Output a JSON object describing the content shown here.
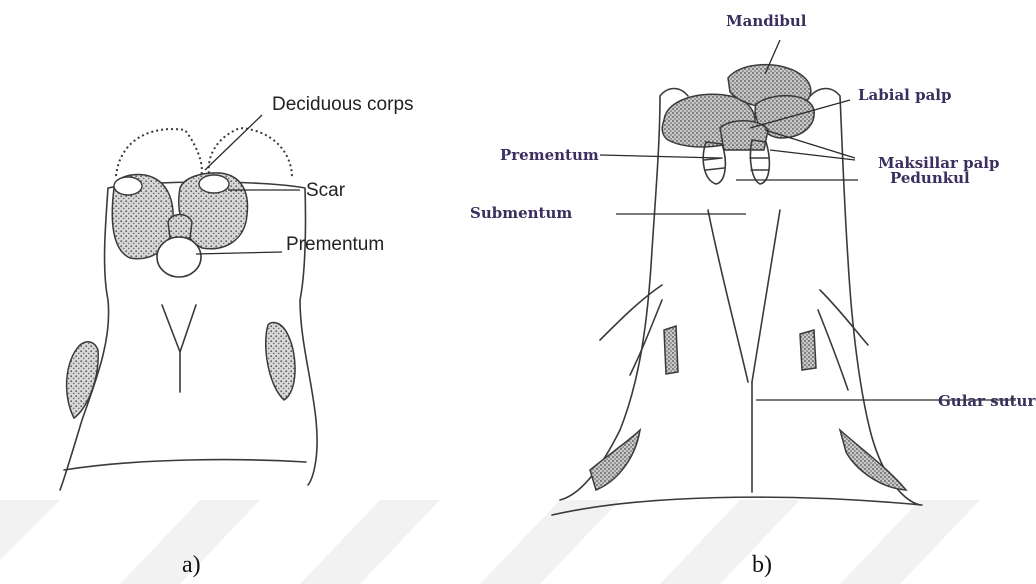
{
  "panel_a": {
    "caption": "a)",
    "labels": {
      "deciduous_corps": "Deciduous corps",
      "scar": "Scar",
      "prementum": "Prementum"
    }
  },
  "panel_b": {
    "caption": "b)",
    "labels": {
      "mandibul": "Mandibul",
      "labial_palp": "Labial palp",
      "maksillar_palp": "Maksillar palp",
      "prementum": "Prementum",
      "pedunkul": "Pedunkul",
      "submentum": "Submentum",
      "gular_sutur": "Gular sutur"
    }
  }
}
